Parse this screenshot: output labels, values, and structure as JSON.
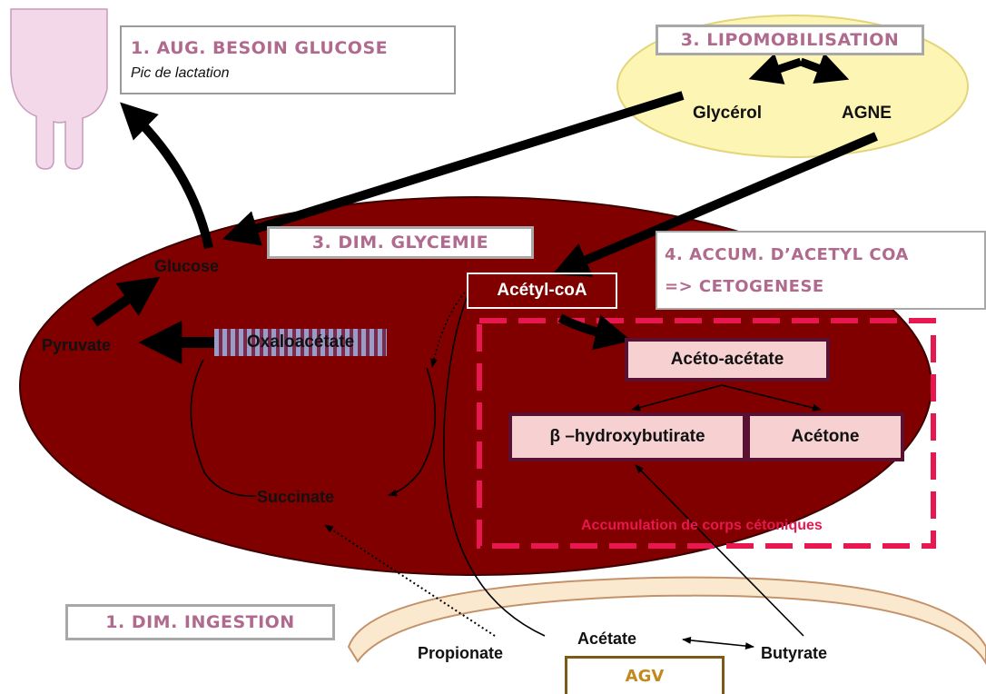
{
  "title_boxes": {
    "besoin": {
      "title": "1. AUG. BESOIN GLUCOSE",
      "subtitle": "Pic de lactation"
    },
    "lipomob": "3. LIPOMOBILISATION",
    "glycemie": "3. DIM. GLYCEMIE",
    "accum_line1": "4. ACCUM. D’ACETYL COA",
    "accum_line2": "=> CETOGENESE",
    "ingestion": "1. DIM. INGESTION"
  },
  "nodes": {
    "glycerol": "Glycérol",
    "agne": "AGNE",
    "glucose": "Glucose",
    "pyruvate": "Pyruvate",
    "oxaloacetate": "Oxaloacétate",
    "succinate": "Succinate",
    "acetyl_coa": "Acétyl-coA",
    "aceto_acetate": "Acéto-acétate",
    "hydroxybutirate": "β –hydroxybutirate",
    "acetone": "Acétone",
    "corps_cetoniques": "Accumulation de corps cétoniques",
    "propionate": "Propionate",
    "acetate": "Acétate",
    "butyrate": "Butyrate",
    "agv": "AGV"
  },
  "colors": {
    "cell_fill": "#800000",
    "yellow_fill": "#fdf5b4",
    "udder_fill": "#f3d8ea",
    "pink_box": "#f7d0d2",
    "dashed_border": "#e8174f",
    "heading_text": "#b06a8e",
    "rumen_fill": "#fbe9cf",
    "rumen_stroke": "#c4926a",
    "agv_border": "#7a5a14",
    "agv_text": "#c28a1e"
  }
}
